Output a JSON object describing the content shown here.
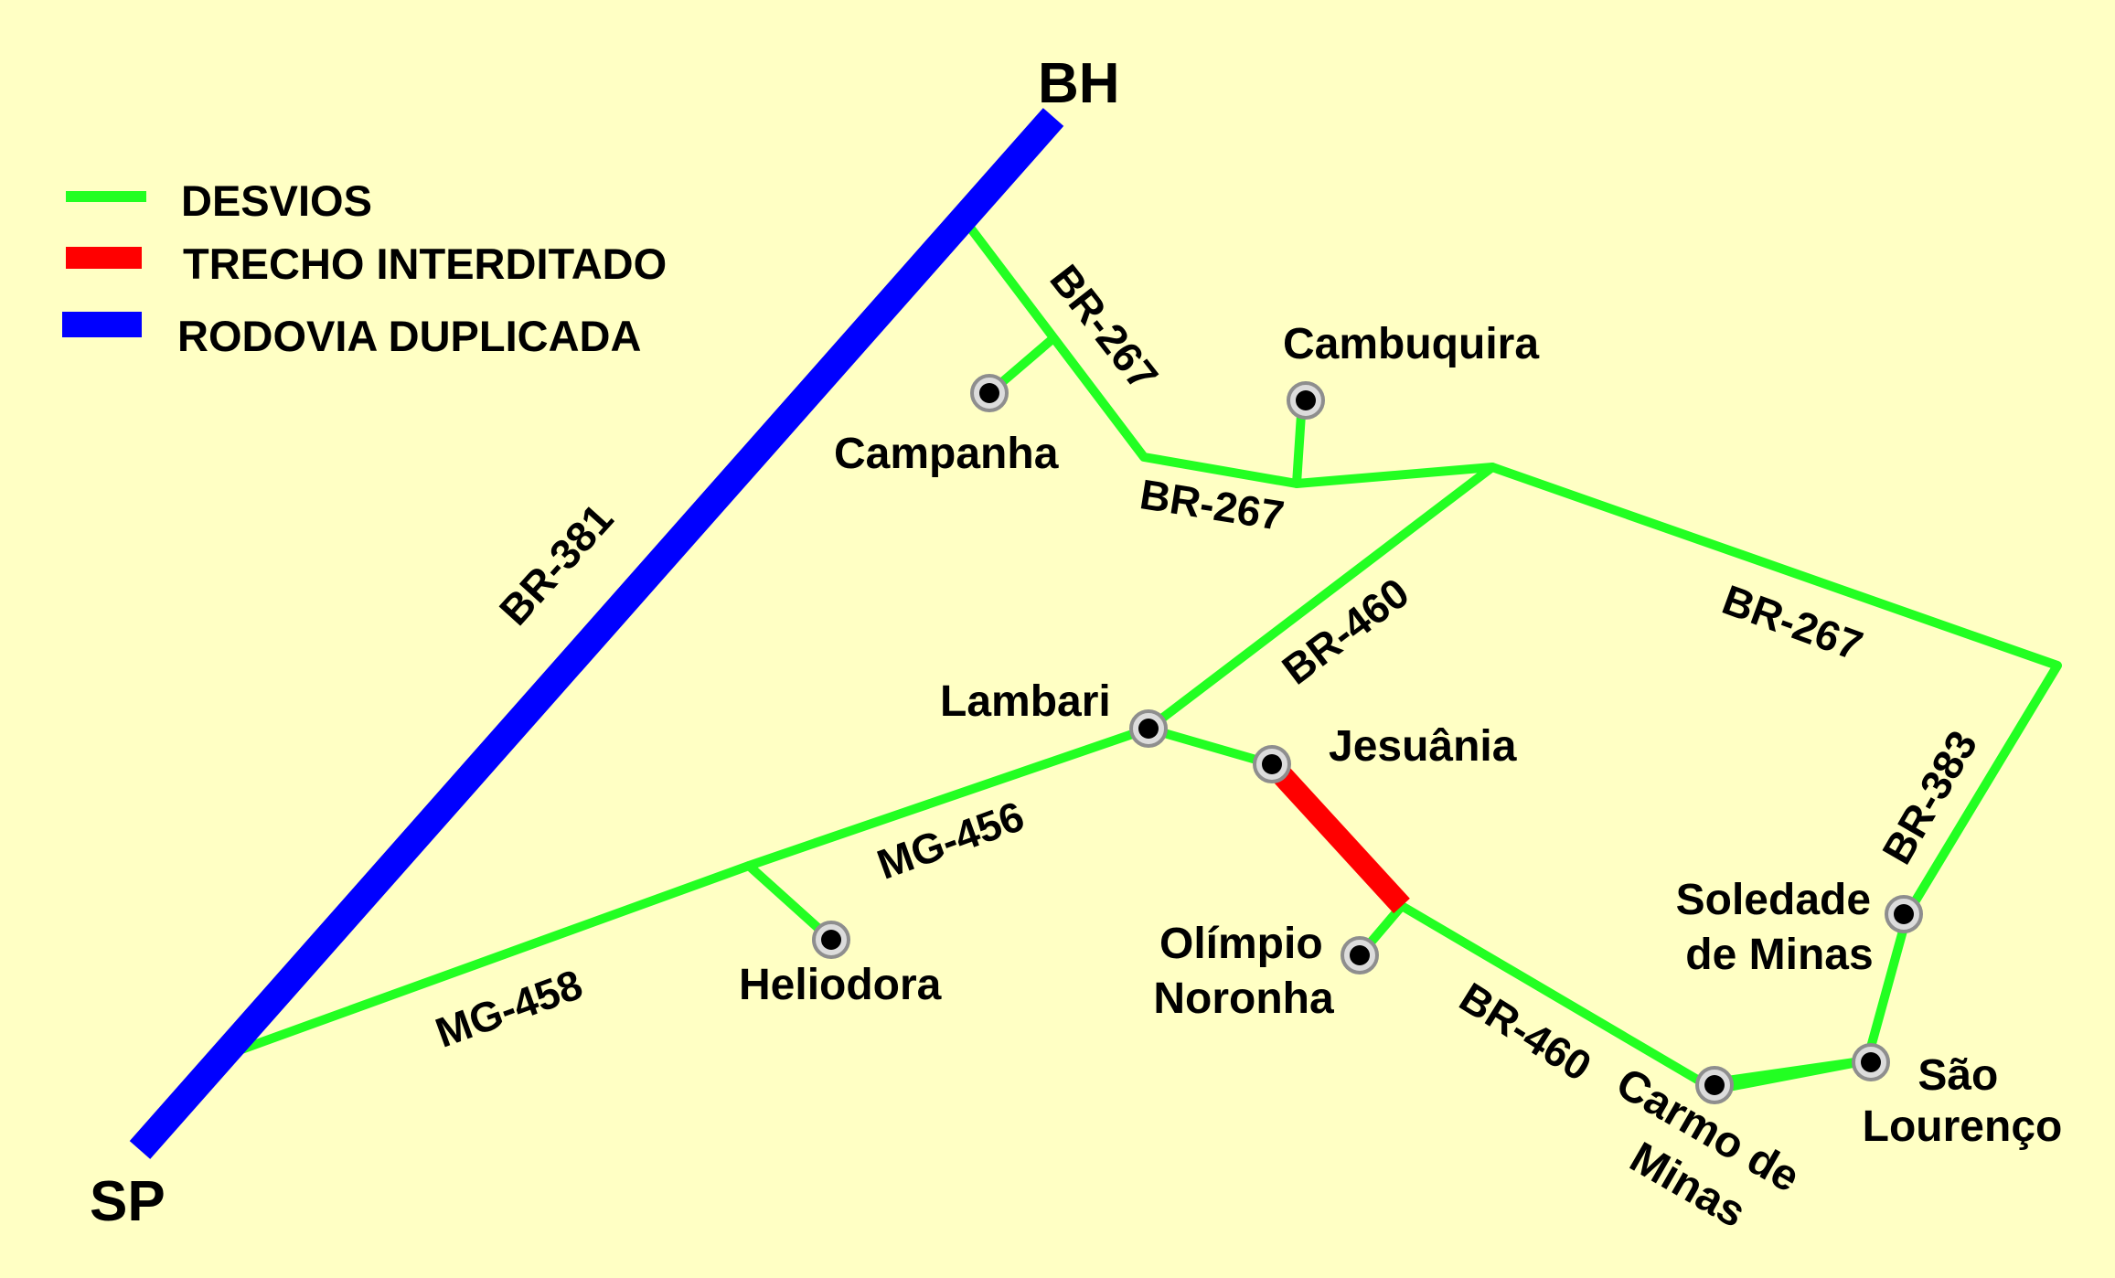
{
  "colors": {
    "background": "#ffffc4",
    "detour": "#22ff22",
    "closed": "#ff0000",
    "duplicated": "#0000ff",
    "marker_fill": "#000000",
    "marker_ring": "#9a9a9a",
    "text": "#000000"
  },
  "endpoints": {
    "top": "BH",
    "bottom": "SP"
  },
  "legend": {
    "items": [
      {
        "label": "DESVIOS",
        "color": "#22ff22"
      },
      {
        "label": "TRECHO INTERDITADO",
        "color": "#ff0000"
      },
      {
        "label": "RODOVIA DUPLICADA",
        "color": "#0000ff"
      }
    ]
  },
  "roads": {
    "br381": "BR-381",
    "br267_north": "BR-267",
    "br267_middle": "BR-267",
    "br267_east": "BR-267",
    "br460_north": "BR-460",
    "br460_south": "BR-460",
    "br383": "BR-383",
    "mg456": "MG-456",
    "mg458": "MG-458"
  },
  "cities": {
    "campanha": "Campanha",
    "cambuquira": "Cambuquira",
    "lambari": "Lambari",
    "jesuania": "Jesuânia",
    "heliodora": "Heliodora",
    "olimpio_noronha": [
      "Olímpio",
      "Noronha"
    ],
    "soledade_de_minas": [
      "Soledade",
      "de Minas"
    ],
    "sao_lourenco": [
      "São",
      "Lourenço"
    ],
    "carmo_de_minas": [
      "Carmo de",
      "Minas"
    ]
  }
}
